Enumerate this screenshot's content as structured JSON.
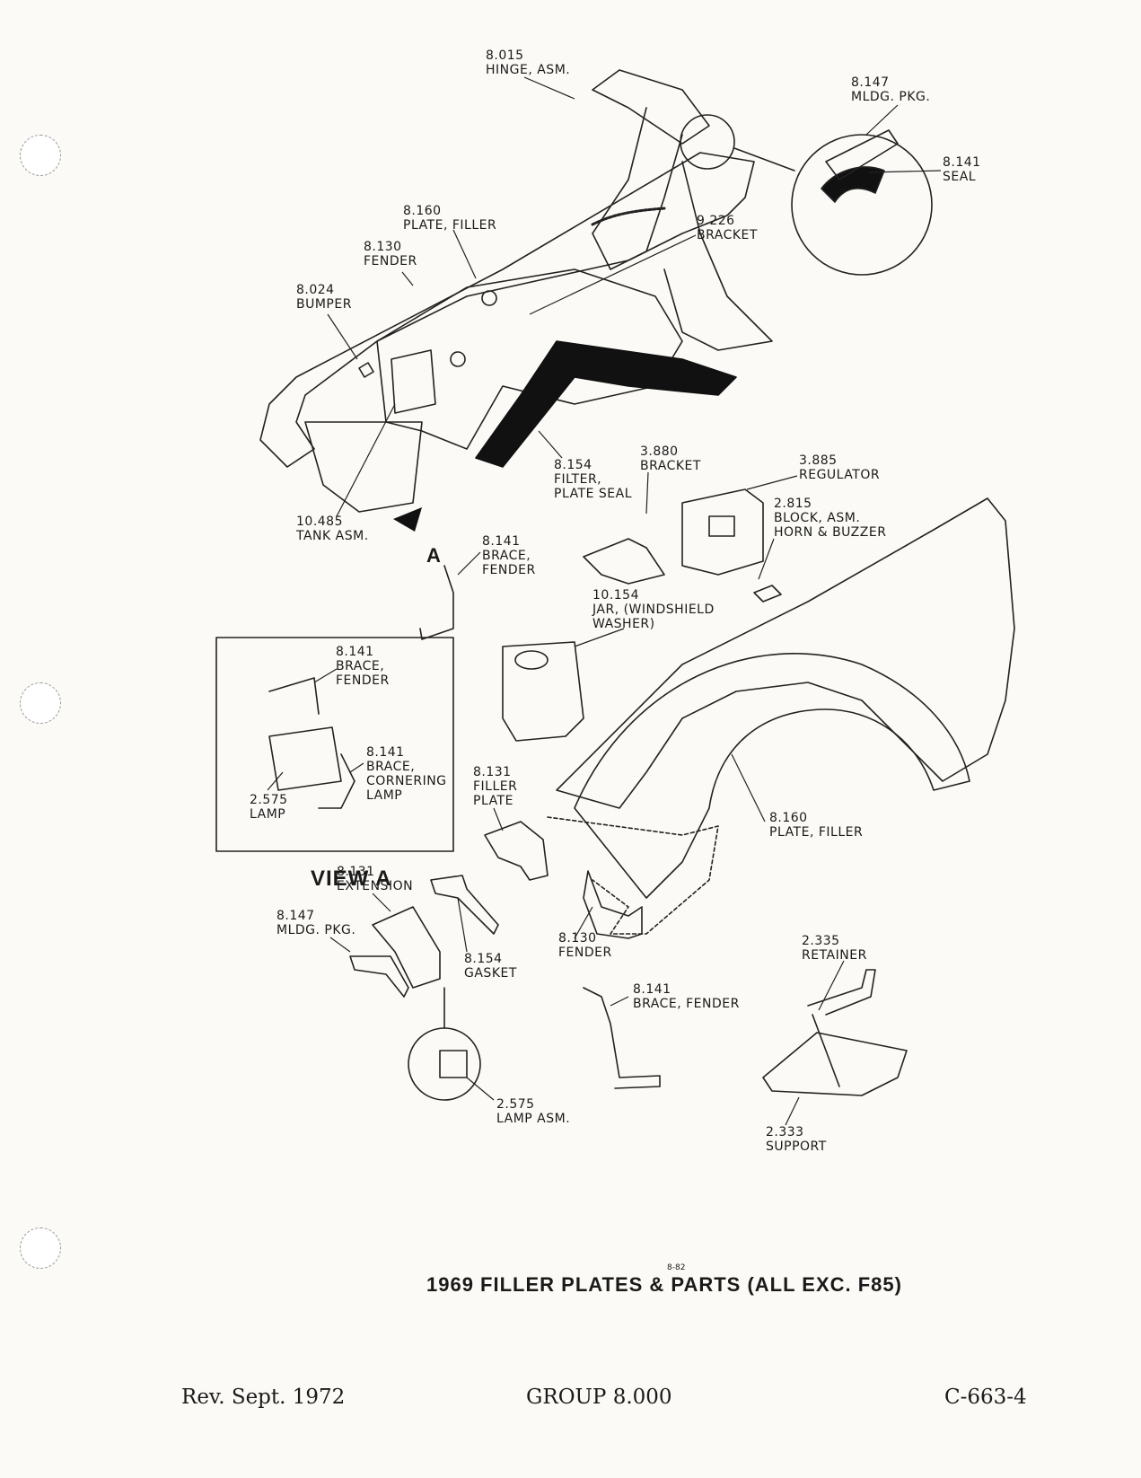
{
  "callouts": {
    "hinge": [
      "8.015",
      "HINGE, ASM."
    ],
    "mldg_top": [
      "8.147",
      "MLDG. PKG."
    ],
    "seal": [
      "8.141",
      "SEAL"
    ],
    "plate_top": [
      "8.160",
      "PLATE, FILLER"
    ],
    "bracket_top": [
      "9.226",
      "BRACKET"
    ],
    "fender_top": [
      "8.130",
      "FENDER"
    ],
    "bumper": [
      "8.024",
      "BUMPER"
    ],
    "filter": [
      "8.154",
      "FILTER,",
      "PLATE SEAL"
    ],
    "bracket_mid": [
      "3.880",
      "BRACKET"
    ],
    "regulator": [
      "3.885",
      "REGULATOR"
    ],
    "block": [
      "2.815",
      "BLOCK, ASM.",
      "HORN & BUZZER"
    ],
    "tank": [
      "10.485",
      "TANK ASM."
    ],
    "brace_mid": [
      "8.141",
      "BRACE,",
      "FENDER"
    ],
    "jar": [
      "10.154",
      "JAR, (WINDSHIELD",
      "WASHER)"
    ],
    "view_brace": [
      "8.141",
      "BRACE,",
      "FENDER"
    ],
    "view_corner": [
      "8.141",
      "BRACE,",
      "CORNERING",
      "LAMP"
    ],
    "view_lamp": [
      "2.575",
      "LAMP"
    ],
    "filler_plate": [
      "8.131",
      "FILLER",
      "PLATE"
    ],
    "plate_right": [
      "8.160",
      "PLATE, FILLER"
    ],
    "extension": [
      "8.131",
      "EXTENSION"
    ],
    "mldg_low": [
      "8.147",
      "MLDG. PKG."
    ],
    "gasket": [
      "8.154",
      "GASKET"
    ],
    "fender_low": [
      "8.130",
      "FENDER"
    ],
    "retainer": [
      "2.335",
      "RETAINER"
    ],
    "brace_low": [
      "8.141",
      "BRACE, FENDER"
    ],
    "lamp_asm": [
      "2.575",
      "LAMP ASM."
    ],
    "support": [
      "2.333",
      "SUPPORT"
    ]
  },
  "view_title": "VIEW A",
  "view_letter": "A",
  "page_number": "8-82",
  "caption": "1969 FILLER PLATES & PARTS (ALL EXC. F85)",
  "footer": {
    "left": "Rev. Sept. 1972",
    "center": "GROUP 8.000",
    "right": "C-663-4"
  }
}
